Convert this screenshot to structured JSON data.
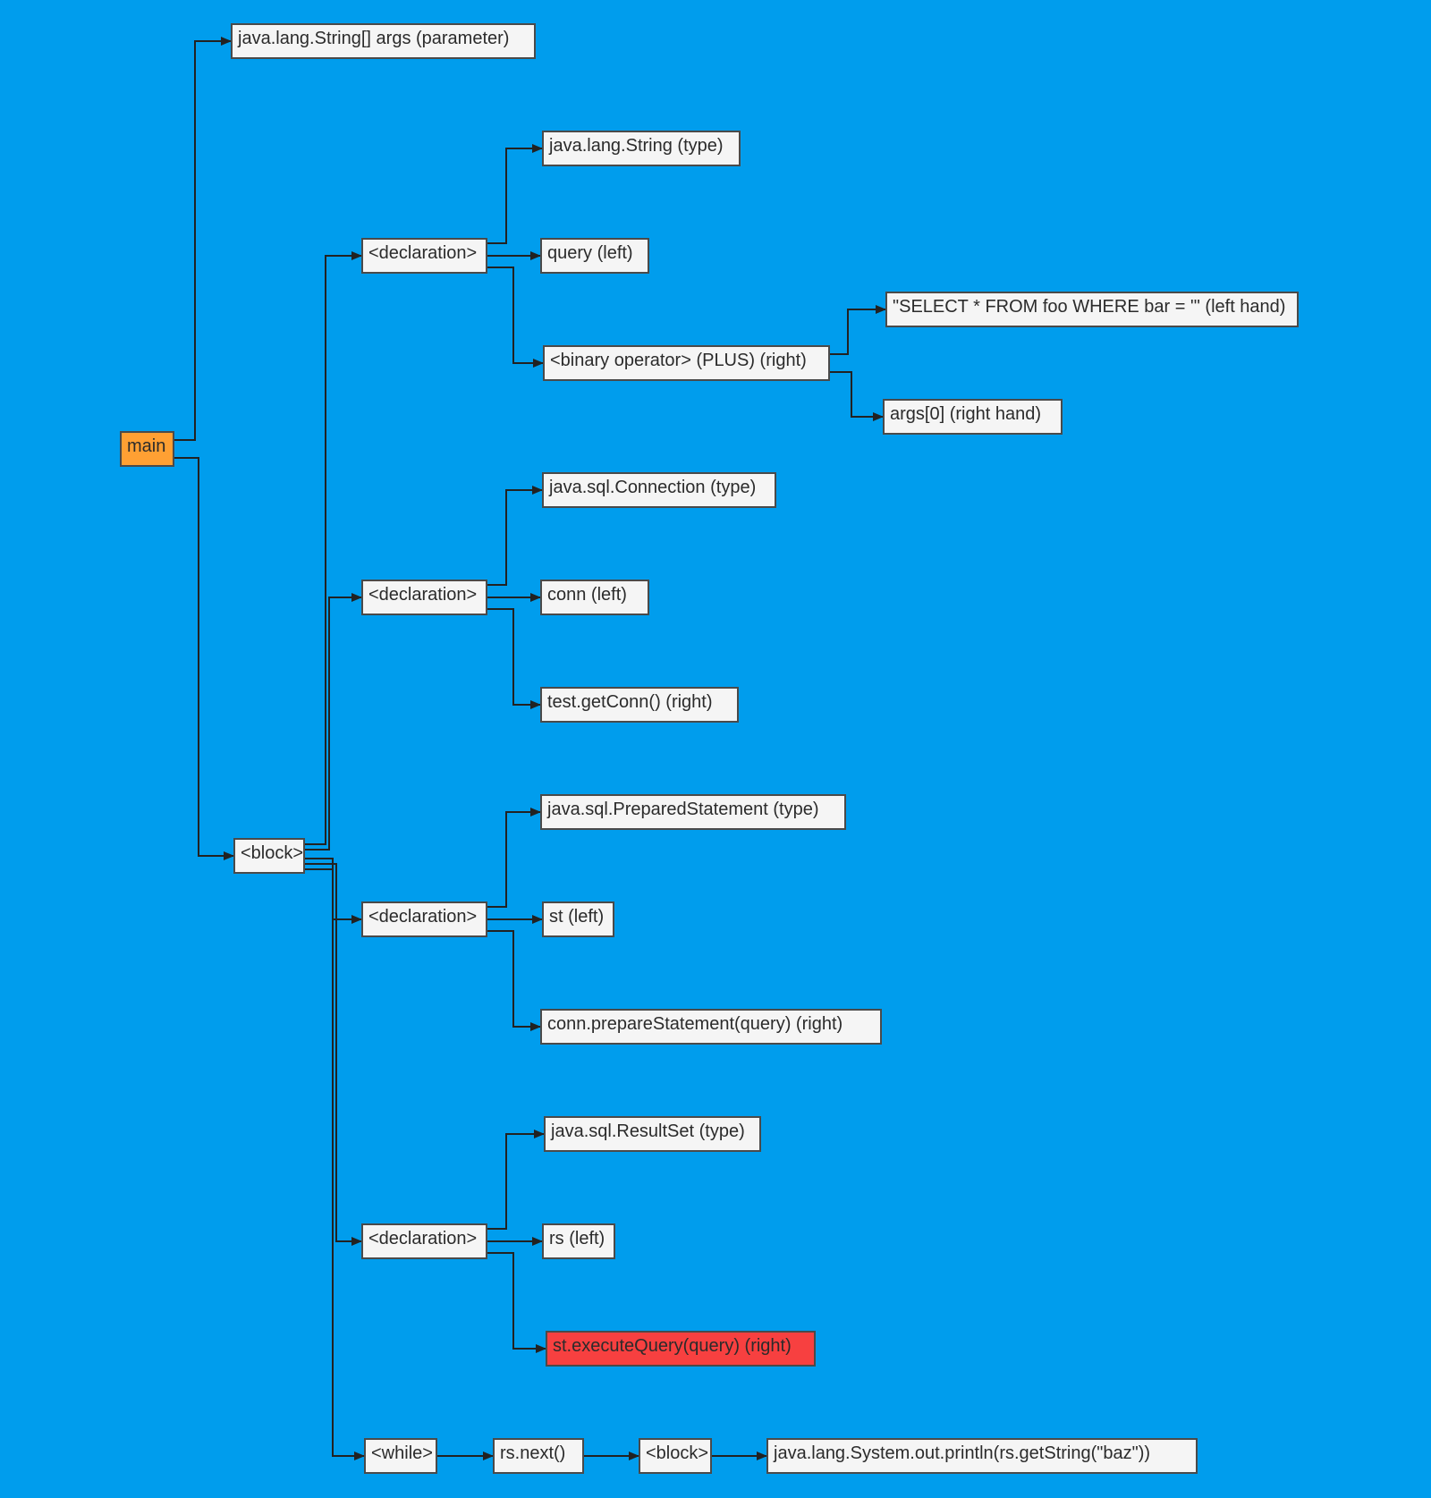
{
  "colors": {
    "background": "#009ded",
    "node_fill": "#f5f5f5",
    "root_fill": "#ffa033",
    "highlight_fill": "#f74040",
    "edge": "#222222"
  },
  "nodes": {
    "main": "main",
    "param": "java.lang.String[] args (parameter)",
    "block1": "<block>",
    "decl1": "<declaration>",
    "decl1_type": "java.lang.String (type)",
    "decl1_left": "query (left)",
    "decl1_right": "<binary operator> (PLUS) (right)",
    "binop_left": "\"SELECT * FROM foo WHERE bar = '\" (left hand)",
    "binop_right": "args[0] (right hand)",
    "decl2": "<declaration>",
    "decl2_type": "java.sql.Connection (type)",
    "decl2_left": "conn (left)",
    "decl2_right": "test.getConn() (right)",
    "decl3": "<declaration>",
    "decl3_type": "java.sql.PreparedStatement (type)",
    "decl3_left": "st (left)",
    "decl3_right": "conn.prepareStatement(query) (right)",
    "decl4": "<declaration>",
    "decl4_type": "java.sql.ResultSet (type)",
    "decl4_left": "rs (left)",
    "decl4_right": "st.executeQuery(query) (right)",
    "while": "<while>",
    "cond": "rs.next()",
    "block2": "<block>",
    "println": "java.lang.System.out.println(rs.getString(\"baz\"))"
  }
}
